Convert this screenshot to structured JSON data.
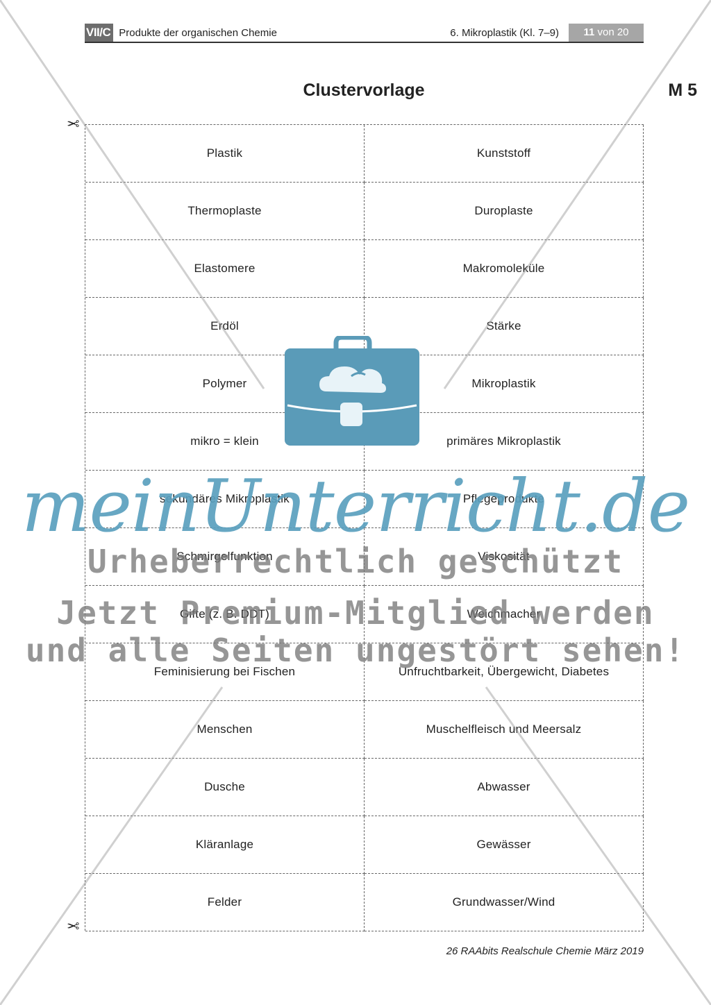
{
  "header": {
    "section_code": "VII/C",
    "title": "Produkte der organischen Chemie",
    "unit": "6. Mikroplastik (Kl. 7–9)",
    "page_current": "11",
    "page_sep": "von",
    "page_total": "20"
  },
  "doc": {
    "title": "Clustervorlage",
    "label": "M 5"
  },
  "icons": {
    "scissors": "scissors-icon",
    "bag": "briefcase-cloud-icon"
  },
  "cards": [
    "Plastik",
    "Kunststoff",
    "Thermoplaste",
    "Duroplaste",
    "Elastomere",
    "Makromoleküle",
    "Erdöl",
    "Stärke",
    "Polymer",
    "Mikroplastik",
    "mikro = klein",
    "primäres Mikroplastik",
    "sekundäres Mikroplastik",
    "Pflegeprodukte",
    "Schmirgelfunktion",
    "Viskosität",
    "Gifte (z. B. DDT)",
    "Weichmacher",
    "Feminisierung bei Fischen",
    "Unfruchtbarkeit, Übergewicht, Diabetes",
    "Menschen",
    "Muschelfleisch und Meersalz",
    "Dusche",
    "Abwasser",
    "Kläranlage",
    "Gewässer",
    "Felder",
    "Grundwasser/Wind"
  ],
  "footer": {
    "source": "26 RAAbits Realschule Chemie März 2019"
  },
  "watermark": {
    "brand": "meinUnterricht.de",
    "line1": "Urheberrechtlich geschützt",
    "line2": "Jetzt Premium-Mitglied werden",
    "line3": "und alle Seiten ungestört sehen!",
    "color": "#5aa0be"
  }
}
